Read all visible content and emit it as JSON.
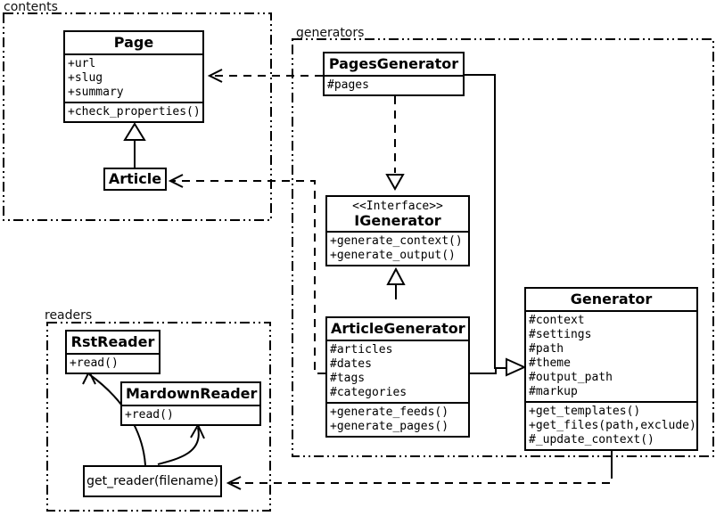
{
  "diagram": {
    "type": "uml-class-diagram",
    "colors": {
      "stroke": "#000000",
      "background": "#ffffff",
      "text": "#000000"
    }
  },
  "packages": {
    "contents": {
      "label": "contents"
    },
    "generators": {
      "label": "generators"
    },
    "readers": {
      "label": "readers"
    }
  },
  "classes": {
    "page": {
      "name": "Page",
      "attributes": [
        "+url",
        "+slug",
        "+summary"
      ],
      "methods": [
        "+check_properties()"
      ]
    },
    "article": {
      "name": "Article"
    },
    "pages_generator": {
      "name": "PagesGenerator",
      "attributes": [
        "#pages"
      ]
    },
    "igenerator": {
      "stereotype": "<<Interface>>",
      "name": "IGenerator",
      "methods": [
        "+generate_context()",
        "+generate_output()"
      ]
    },
    "article_generator": {
      "name": "ArticleGenerator",
      "attributes": [
        "#articles",
        "#dates",
        "#tags",
        "#categories"
      ],
      "methods": [
        "+generate_feeds()",
        "+generate_pages()"
      ]
    },
    "generator": {
      "name": "Generator",
      "attributes": [
        "#context",
        "#settings",
        "#path",
        "#theme",
        "#output_path",
        "#markup"
      ],
      "methods": [
        "+get_templates()",
        "+get_files(path,exclude)",
        "#_update_context()"
      ]
    },
    "rst_reader": {
      "name": "RstReader",
      "methods": [
        "+read()"
      ]
    },
    "mardown_reader": {
      "name": "MardownReader",
      "methods": [
        "+read()"
      ]
    },
    "get_reader": {
      "label": "get_reader(filename)"
    }
  }
}
